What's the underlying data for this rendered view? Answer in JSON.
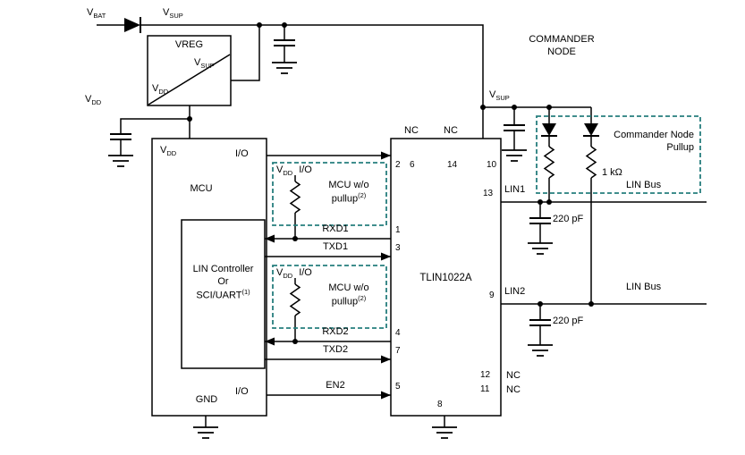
{
  "colors": {
    "accent_teal": "#267e7d",
    "wire": "#000000"
  },
  "power": {
    "vbat": {
      "base": "V",
      "sub": "BAT"
    },
    "vsup_top": {
      "base": "V",
      "sub": "SUP"
    },
    "vdd_rail": {
      "base": "V",
      "sub": "DD"
    },
    "vsup_right": {
      "base": "V",
      "sub": "SUP"
    }
  },
  "vreg": {
    "title": "VREG",
    "vsup": {
      "base": "V",
      "sub": "SUP"
    },
    "vdd": {
      "base": "V",
      "sub": "DD"
    }
  },
  "mcu": {
    "vdd": {
      "base": "V",
      "sub": "DD"
    },
    "io_top": "I/O",
    "title": "MCU",
    "inner": [
      "LIN Controller",
      "Or"
    ],
    "inner_sci": {
      "base": "SCI/UART",
      "sup": "(1)"
    },
    "gnd": "GND",
    "io_bottom": "I/O"
  },
  "pullup1": {
    "vdd": {
      "base": "V",
      "sub": "DD"
    },
    "io": "I/O",
    "line1": "MCU w/o",
    "line2": {
      "base": "pullup",
      "sup": "(2)"
    }
  },
  "pullup2": {
    "vdd": {
      "base": "V",
      "sub": "DD"
    },
    "io": "I/O",
    "line1": "MCU w/o",
    "line2": {
      "base": "pullup",
      "sup": "(2)"
    }
  },
  "signals": {
    "rxd1": "RXD1",
    "txd1": "TXD1",
    "rxd2": "RXD2",
    "txd2": "TXD2",
    "en2": "EN2"
  },
  "ic": {
    "title": "TLIN1022A",
    "nc": "NC",
    "lin1": "LIN1",
    "lin2": "LIN2",
    "pins": {
      "en1": "2",
      "rxd1": "1",
      "txd1": "3",
      "rxd2": "4",
      "txd2": "7",
      "en2": "5",
      "nc6": "6",
      "nc14": "14",
      "vsup": "10",
      "lin1": "13",
      "lin2": "9",
      "nc12": "12",
      "nc11": "11",
      "gnd": "8"
    }
  },
  "commander": {
    "node_line1": "COMMANDER",
    "node_line2": "NODE",
    "pullup_line1": "Commander Node",
    "pullup_line2": "Pullup",
    "resistor": "1 kΩ",
    "cap_lin1": "220 pF",
    "cap_lin2": "220 pF",
    "lin_bus1": "LIN Bus",
    "lin_bus2": "LIN Bus"
  }
}
